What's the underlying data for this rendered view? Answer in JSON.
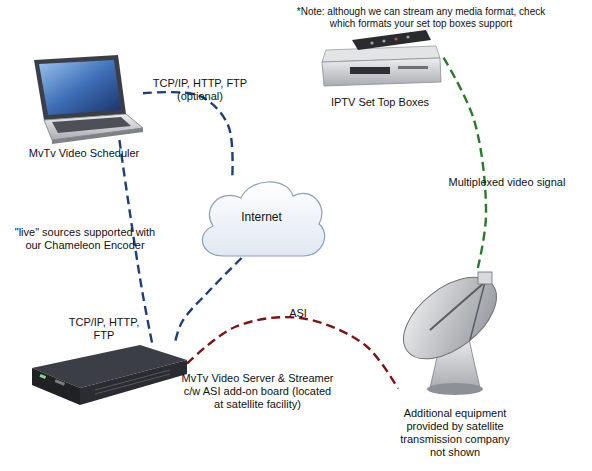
{
  "diagram": {
    "nodes": [
      {
        "text": [
          "MvTv Video Scheduler"
        ]
      },
      {
        "text": [
          "IPTV Set Top Boxes"
        ]
      },
      {
        "text": [
          "Internet"
        ]
      },
      {
        "text": [
          "MvTv Video Server & Streamer c/w ASI add-on board (located at satellite facility)"
        ]
      },
      {
        "text": [
          "Additional equipment provided by satellite transmission company not shown"
        ]
      }
    ],
    "edges": [
      {
        "from": 0,
        "to": 3,
        "label": "TCP/IP, HTTP, FTP",
        "arrow": "none"
      },
      {
        "from": 0,
        "to": 2,
        "label": "TCP/IP, HTTP, FTP (optional)",
        "arrow": "none"
      },
      {
        "from": 2,
        "to": 3,
        "arrow": "none"
      },
      {
        "from": 3,
        "to": 4,
        "label": "ASI",
        "arrow": "none"
      },
      {
        "from": 4,
        "to": 1,
        "label": "Multiplexed video signal",
        "arrow": "none"
      }
    ],
    "labels": [
      "*Note: although we can stream any media format, check which formats your set top boxes support",
      "\"live\" sources supported with our Chameleon Encoder"
    ]
  }
}
